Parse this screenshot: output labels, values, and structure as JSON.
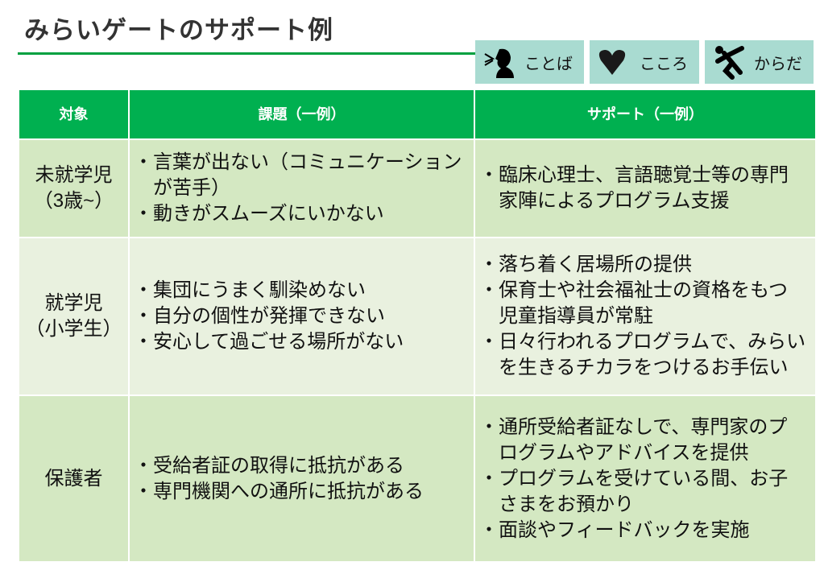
{
  "title": "みらいゲートのサポート例",
  "chips": [
    {
      "icon": "speaking-person-icon",
      "label": "ことば"
    },
    {
      "icon": "heart-icon",
      "label": "こころ"
    },
    {
      "icon": "running-person-icon",
      "label": "からだ"
    }
  ],
  "table": {
    "headers": [
      "対象",
      "課題（一例）",
      "サポート（一例）"
    ],
    "rows": [
      {
        "target": [
          "未就学児",
          "（3歳~）"
        ],
        "issues": [
          "言葉が出ない（コミュニケーションが苦手）",
          "動きがスムーズにいかない"
        ],
        "support": [
          "臨床心理士、言語聴覚士等の専門家陣によるプログラム支援"
        ]
      },
      {
        "target": [
          "就学児",
          "（小学生）"
        ],
        "issues": [
          "集団にうまく馴染めない",
          "自分の個性が発揮できない",
          "安心して過ごせる場所がない"
        ],
        "support": [
          "落ち着く居場所の提供",
          "保育士や社会福祉士の資格をもつ児童指導員が常駐",
          "日々行われるプログラムで、みらいを生きるチカラをつけるお手伝い"
        ]
      },
      {
        "target": [
          "保護者"
        ],
        "issues": [
          "受給者証の取得に抵抗がある",
          "専門機関への通所に抵抗がある"
        ],
        "support": [
          "通所受給者証なしで、専門家のプログラムやアドバイスを提供",
          "プログラムを受けている間、お子さまをお預かり",
          "面談やフィードバックを実施"
        ]
      }
    ]
  }
}
